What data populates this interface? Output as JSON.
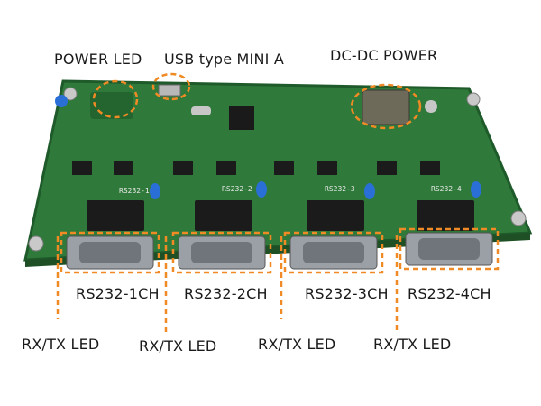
{
  "labels": {
    "power_led": "POWER LED",
    "usb": "USB type MINI A",
    "dcdc": "DC-DC POWER",
    "rs232_1": "RS232-1CH",
    "rs232_2": "RS232-2CH",
    "rs232_3": "RS232-3CH",
    "rs232_4": "RS232-4CH",
    "rxtx_1": "RX/TX LED",
    "rxtx_2": "RX/TX LED",
    "rxtx_3": "RX/TX LED",
    "rxtx_4": "RX/TX LED"
  },
  "silkscreen": {
    "ch1": "RS232-1",
    "ch2": "RS232-2",
    "ch3": "RS232-3",
    "ch4": "RS232-4"
  },
  "colors": {
    "pcb": "#2f7a3a",
    "pcb_dark": "#1f5a2a",
    "highlight": "#f08a24",
    "connector": "#9aa0a6",
    "header": "#1b1b1b",
    "capacitor": "#2a6fd6"
  }
}
